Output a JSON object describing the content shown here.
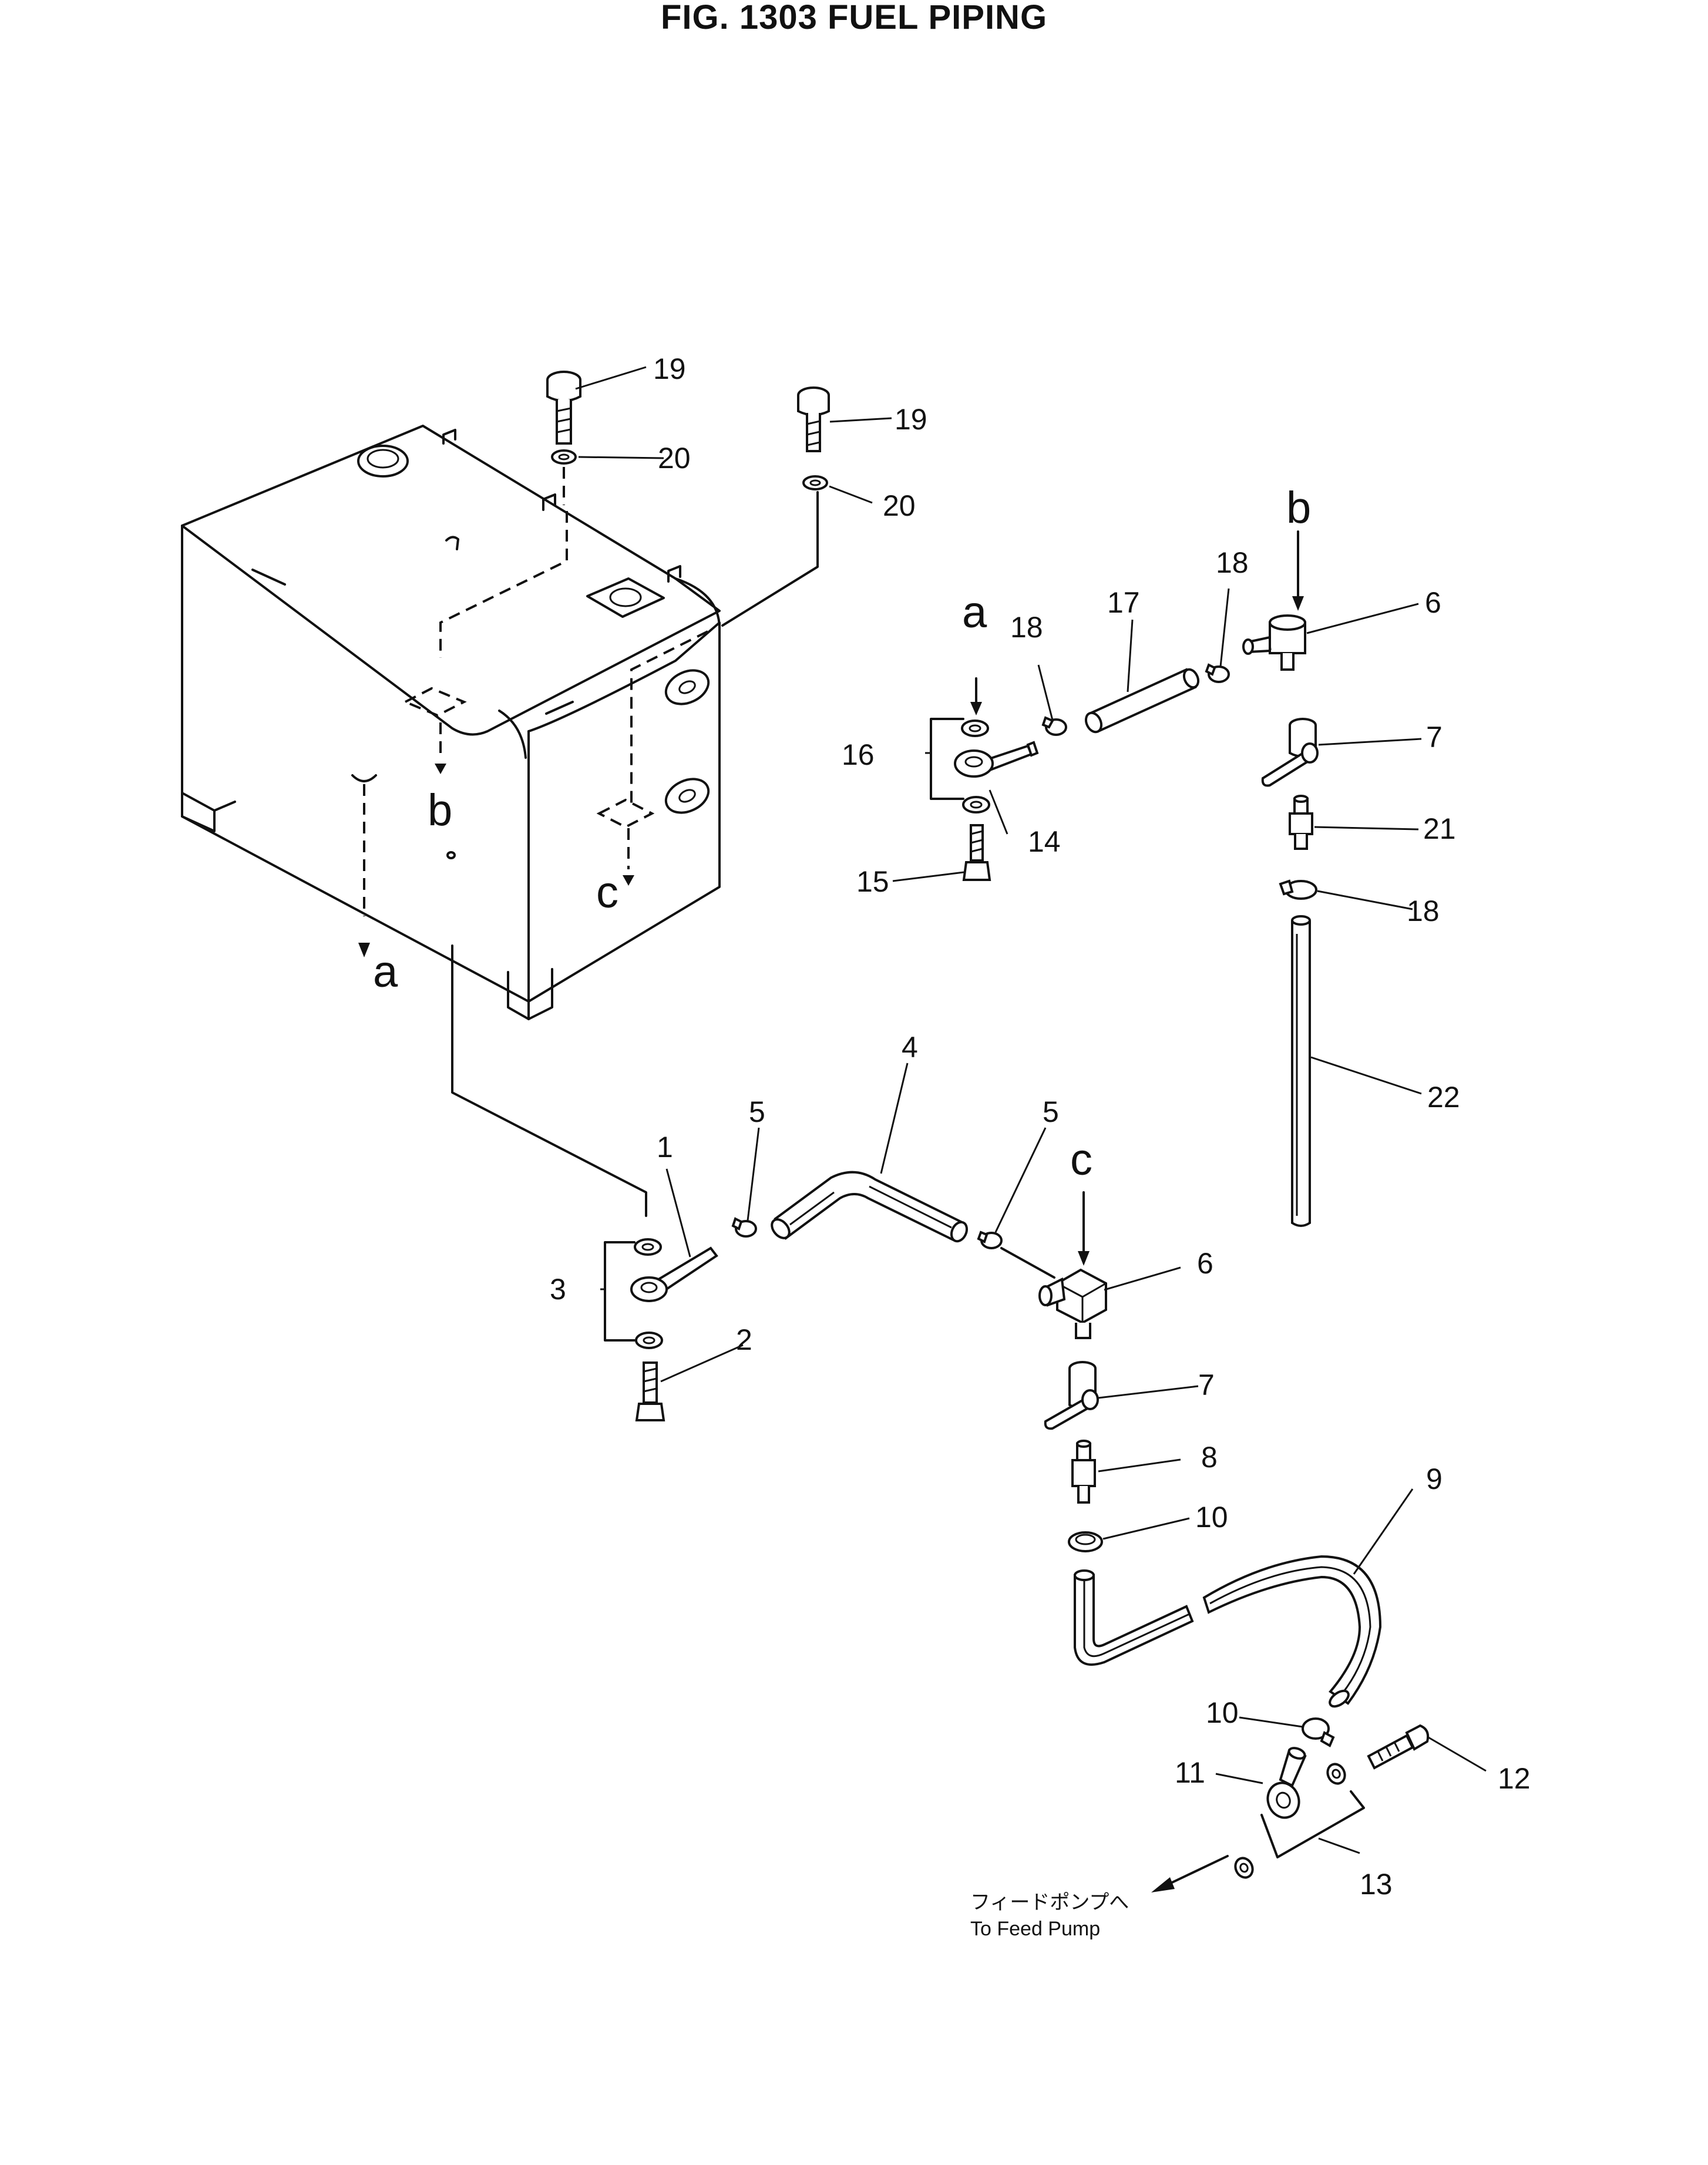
{
  "title": "FIG. 1303  FUEL PIPING",
  "note": {
    "jp": "フィードポンプへ",
    "en": "To Feed Pump"
  },
  "letters": {
    "a": "a",
    "b": "b",
    "c": "c"
  },
  "callouts": {
    "n1": "1",
    "n2": "2",
    "n3": "3",
    "n4": "4",
    "n5": "5",
    "n6": "6",
    "n7": "7",
    "n8": "8",
    "n9": "9",
    "n10": "10",
    "n11": "11",
    "n12": "12",
    "n13": "13",
    "n14": "14",
    "n15": "15",
    "n16": "16",
    "n17": "17",
    "n18": "18",
    "n19": "19",
    "n20": "20",
    "n21": "21",
    "n22": "22"
  }
}
